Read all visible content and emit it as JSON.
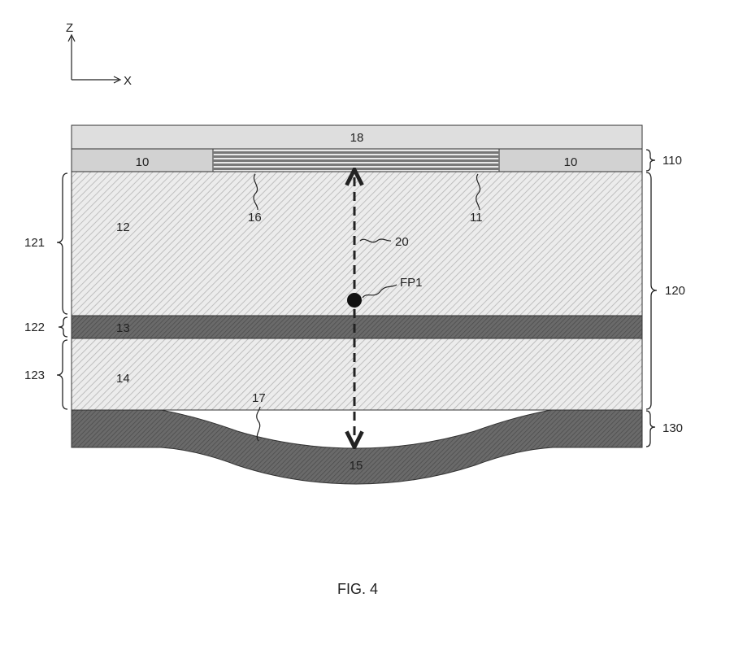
{
  "axes": {
    "z": "Z",
    "x": "X"
  },
  "layers": {
    "top_cover": "18",
    "left_block": "10",
    "right_block": "10",
    "layer_12": "12",
    "layer_13": "13",
    "layer_14": "14",
    "bottom_lens": "15"
  },
  "callouts": {
    "stack_lines": "16",
    "stack_interface": "11",
    "beam": "20",
    "focal_point": "FP1",
    "lens_surface": "17"
  },
  "brackets": {
    "group_110": "110",
    "group_120": "120",
    "group_121": "121",
    "group_122": "122",
    "group_123": "123",
    "group_130": "130"
  },
  "caption": "FIG. 4",
  "colors": {
    "hatch_light": "#d6d6d6",
    "hatch_dark": "#6e6e6e",
    "top_cover": "#dedede",
    "side_blocks": "#d2d2d2",
    "stack_lines": "#7a7a7a",
    "ink": "#222222"
  }
}
